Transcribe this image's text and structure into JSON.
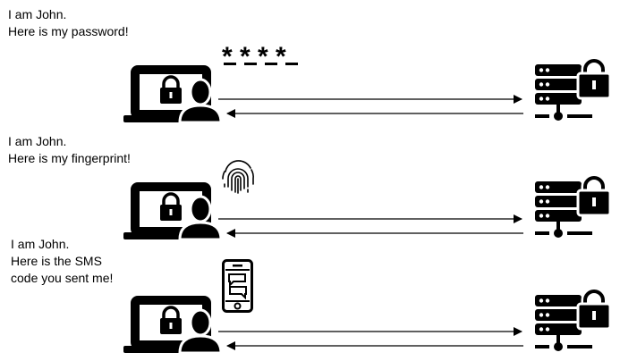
{
  "colors": {
    "ink": "#000000",
    "background": "#ffffff"
  },
  "icons": {
    "client": "laptop-lock-user-icon",
    "server": "server-lock-icon",
    "password": "password-asterisks-icon",
    "fingerprint": "fingerprint-icon",
    "sms": "smartphone-message-icon"
  },
  "rows": [
    {
      "lines": [
        "I am John.",
        "Here is my password!"
      ],
      "factor": "password",
      "password_mask": "* * * *"
    },
    {
      "lines": [
        "I am John.",
        "Here is my fingerprint!"
      ],
      "factor": "fingerprint"
    },
    {
      "lines": [
        "I am John.",
        "Here is the SMS",
        "code you sent me!"
      ],
      "factor": "sms"
    }
  ]
}
